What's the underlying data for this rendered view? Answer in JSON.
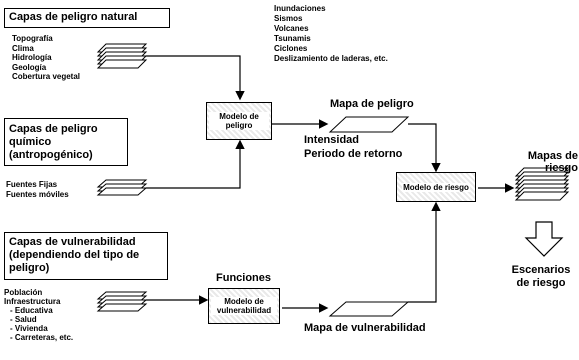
{
  "natural": {
    "title": "Capas de peligro natural",
    "inputs": [
      "Topografía",
      "Clima",
      "Hidrología",
      "Geología",
      "Cobertura vegetal"
    ]
  },
  "hazards_list": [
    "Inundaciones",
    "Sismos",
    "Volcanes",
    "Tsunamis",
    "Ciclones",
    "Deslizamiento de laderas, etc."
  ],
  "chemical": {
    "title": "Capas de peligro químico (antropogénico)",
    "inputs": [
      "Fuentes Fijas",
      "Fuentes móviles"
    ]
  },
  "vulnerability": {
    "title": "Capas de vulnerabilidad (dependiendo del tipo de peligro)",
    "inputs": [
      "Población",
      "Infraestructura",
      "- Educativa",
      "- Salud",
      "- Vivienda",
      "- Carreteras, etc."
    ]
  },
  "models": {
    "hazard": "Modelo de peligro",
    "vulnerability": "Modelo de vulnerabilidad",
    "risk": "Modelo de riesgo"
  },
  "outputs": {
    "hazard_map": "Mapa de peligro",
    "intensity": "Intensidad",
    "return_period": "Periodo de retorno",
    "functions": "Funciones",
    "vulnerability_map": "Mapa de vulnerabilidad",
    "risk_maps": "Mapas de riesgo",
    "risk_scenarios": "Escenarios de riesgo"
  }
}
